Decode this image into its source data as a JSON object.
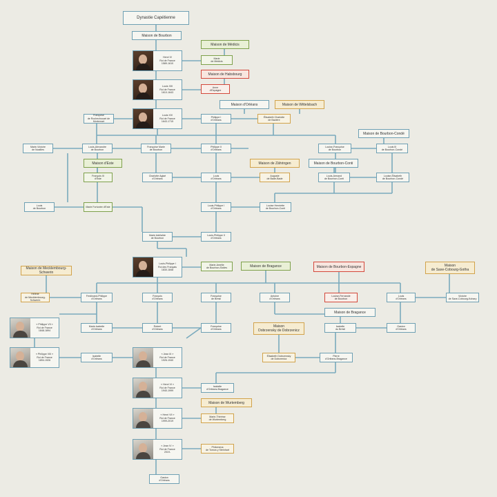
{
  "nodes": {
    "root": "Dynastie Capétienne",
    "bourbon": "Maison de Bourbon",
    "henri": "Henri IV\nRoi de France\n1589-1610",
    "medicis_house": "Maison de Médicis",
    "marie_medicis": "Marie\nde Médicis",
    "habsbourg_house": "Maison de Habsbourg",
    "anne_autriche": "Anne\nd'Espagne",
    "louis13": "Louis XIII\nRoi de France\n1610-1643",
    "orleans_house": "Maison d'Orléans",
    "wittelsbach_house": "Maison de Wittelsbach",
    "francoise_montespan": "Françoise\nde Rochechouart de Mortemart",
    "louis14": "Louis XIV\nRoi de France\n1643-1715",
    "philippe1": "Philippe I\nd'Orléans",
    "elisabeth_charlotte": "Élisabeth Charlotte\nde Bavière",
    "conde_house": "Maison de Bourbon-Condé",
    "marie_victoire": "Marie-Victoire\nde Noailles",
    "louis_alexandre": "Louis-Alexandre\nde Bourbon",
    "francoise_marie": "Françoise Marie\nde Bourbon",
    "philippe2": "Philippe II\nd'Orléans",
    "louise_francoise": "Louise-Françoise\nde Bourbon",
    "louis3_conde": "Louis III\nde Bourbon-Condé",
    "este_house": "Maison d'Este",
    "zahringen_house": "Maison de Zähringen",
    "conti_house": "Maison de Bourbon-Conti",
    "francois3": "François III\nd'Este",
    "charlotte_aglae": "Charlotte Aglaé\nd'Orléans",
    "louis_orleans": "Louis\nd'Orléans",
    "auguste_bade": "Auguste\nde Bade-Bade",
    "louis_armand": "Louis-Armand\nde Bourbon-Conti",
    "louise_elisabeth": "Louise-Élisabeth\nde Bourbon-Condé",
    "louis_penthievre": "Louis\nde Bourbon",
    "marie_fortunee": "Marie Fortunée d'Este",
    "louis_philippe1_orl": "Louis-Philippe I\nd'Orléans",
    "louise_henriette": "Louise Henriette\nde Bourbon-Conti",
    "marie_adelaide": "Marie Adélaïde\nde Bourbon",
    "louis_philippe2_orl": "Louis-Philippe II\nd'Orléans",
    "louis_philippe_king": "Louis-Philippe I\nRoi des Français\n1830-1848",
    "marie_amelie": "Marie-Amélie\nde Bourbon-Siciles",
    "braganza_house1": "Maison de Bragance",
    "bourbon_espagne_house": "Maison de Bourbon-Espagne",
    "saxe_house": "Maison\nde Saxe-Cobourg-Gotha",
    "mecklembourg_house": "Maison de Mecklembourg-Schwerin",
    "helene": "Hélène\nde Mecklembourg-Schwerin",
    "ferdinand_philippe": "Ferdinand-Philippe\nd'Orléans",
    "francois_orl": "François\nd'Orléans",
    "francoise_bresil": "Françoise\nde Brésil",
    "antoine_orl": "Antoine\nd'Orléans",
    "louise_fernande": "Louise-Fernande\nde Bourbon",
    "louis_orl_nemours": "Louis\nd'Orléans",
    "victoire": "Victoire\nde Saxe-Cobourg-Kohary",
    "braganza_house2": "Maison de Bragance",
    "philippe7": "« Philippe VII »\nRoi de France\n1848-1894",
    "marie_isabelle": "Marie-Isabelle\nd'Orléans",
    "robert": "Robert\nd'Orléans",
    "francoise_orl": "Françoise\nd'Orléans",
    "dobrzensky_house": "Maison\nDobrzensky de Dobrzenicz",
    "isabelle_bresil": "Isabelle\ndu Brésil",
    "gaston": "Gaston\nd'Orléans",
    "philippe8": "« Philippe VIII »\nRoi de France\n1894-1926",
    "isabelle_orl": "Isabelle\nd'Orléans",
    "jean3": "« Jean III »\nRoi de France\n1926-1940",
    "elisabeth_dobrzensky": "Élisabeth Dobrzensky\nde Dobrzenicz",
    "pierre": "Pierre\nd'Orléans-Bragance",
    "henri6": "« Henri VI »\nRoi de France\n1940-1999",
    "isabelle_bragance": "Isabelle\nd'Orléans-Bragance",
    "wurtemberg_house": "Maison de Wurtemberg",
    "henri7": "« Henri VII »\nRoi de France\n1999-2019",
    "marie_therese": "Marie-Thérèse\nde Wurtemberg",
    "jean4": "« Jean IV »\nRoi de France\n2019-",
    "philomena": "Philomena\nde Tornos y Steinhart",
    "gaston_jr": "Gaston\nd'Orléans"
  },
  "colors": {
    "background": "#ecebe4",
    "line": "#79aabd",
    "node_border": "#6d9fb3",
    "green_house": "#7da04a",
    "orange_house": "#d1a24a",
    "red_house": "#d3473a"
  }
}
